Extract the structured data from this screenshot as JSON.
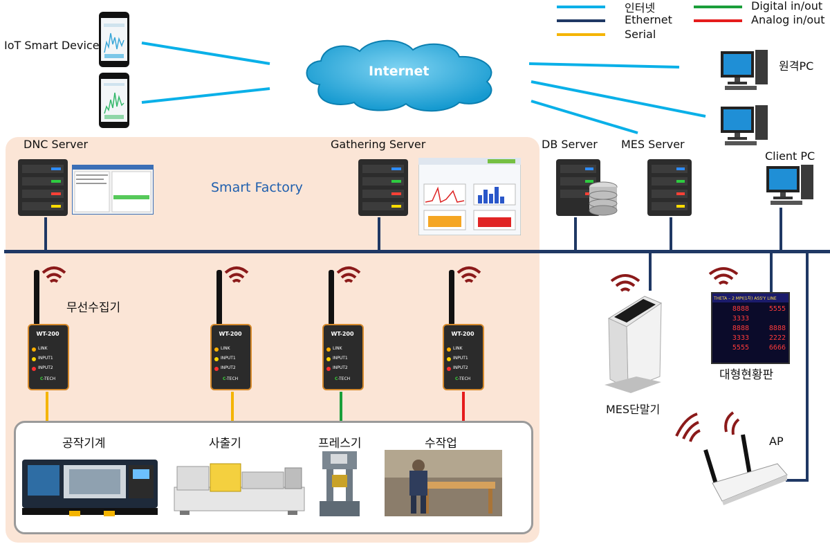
{
  "legend": [
    {
      "label": "인터넷",
      "color": "#0ab0e8"
    },
    {
      "label": "Ethernet",
      "color": "#1f3864"
    },
    {
      "label": "Serial",
      "color": "#f4b400"
    },
    {
      "label": "Digital in/out",
      "color": "#1a9e3a"
    },
    {
      "label": "Analog in/out",
      "color": "#e51c1c"
    }
  ],
  "labels": {
    "iot_device": "IoT Smart Device",
    "internet": "Internet",
    "remote_pc": "원격PC",
    "client_pc": "Client PC",
    "dnc_server": "DNC Server",
    "gathering_server": "Gathering Server",
    "db_server": "DB Server",
    "mes_server": "MES Server",
    "smart_factory": "Smart Factory",
    "wireless_collector": "무선수집기",
    "mes_terminal": "MES단말기",
    "display_board": "대형현황판",
    "ap": "AP",
    "machine_tool": "공작기계",
    "injection_machine": "사출기",
    "press": "프레스기",
    "manual_work": "수작업"
  },
  "collector": {
    "model": "WT-200",
    "led_link": "LINK",
    "led_input1": "INPUT1",
    "led_input2": "INPUT2",
    "brand": "-TECH"
  },
  "board": {
    "title": "THETA – 2 MPI(1차) ASS'Y LINE",
    "digits": [
      "8888",
      "5555",
      "3333",
      "8888",
      "8888",
      "3333",
      "2222",
      "5555",
      "6666"
    ]
  },
  "colors": {
    "internet_line": "#0ab0e8",
    "ethernet": "#1f3864",
    "serial": "#f4b400",
    "digital": "#1a9e3a",
    "analog": "#e51c1c",
    "factory_zone": "#fbe5d6",
    "smart_factory_text": "#1f5fae",
    "wifi": "#8b1a1a"
  },
  "icons": [
    "smartphone-icon",
    "cloud-icon",
    "desktop-pc-icon",
    "server-icon",
    "database-icon",
    "wifi-icon",
    "wireless-collector-icon",
    "kiosk-icon",
    "led-board-icon",
    "router-icon",
    "cnc-lathe-icon",
    "injection-machine-icon",
    "press-icon",
    "worker-photo"
  ]
}
